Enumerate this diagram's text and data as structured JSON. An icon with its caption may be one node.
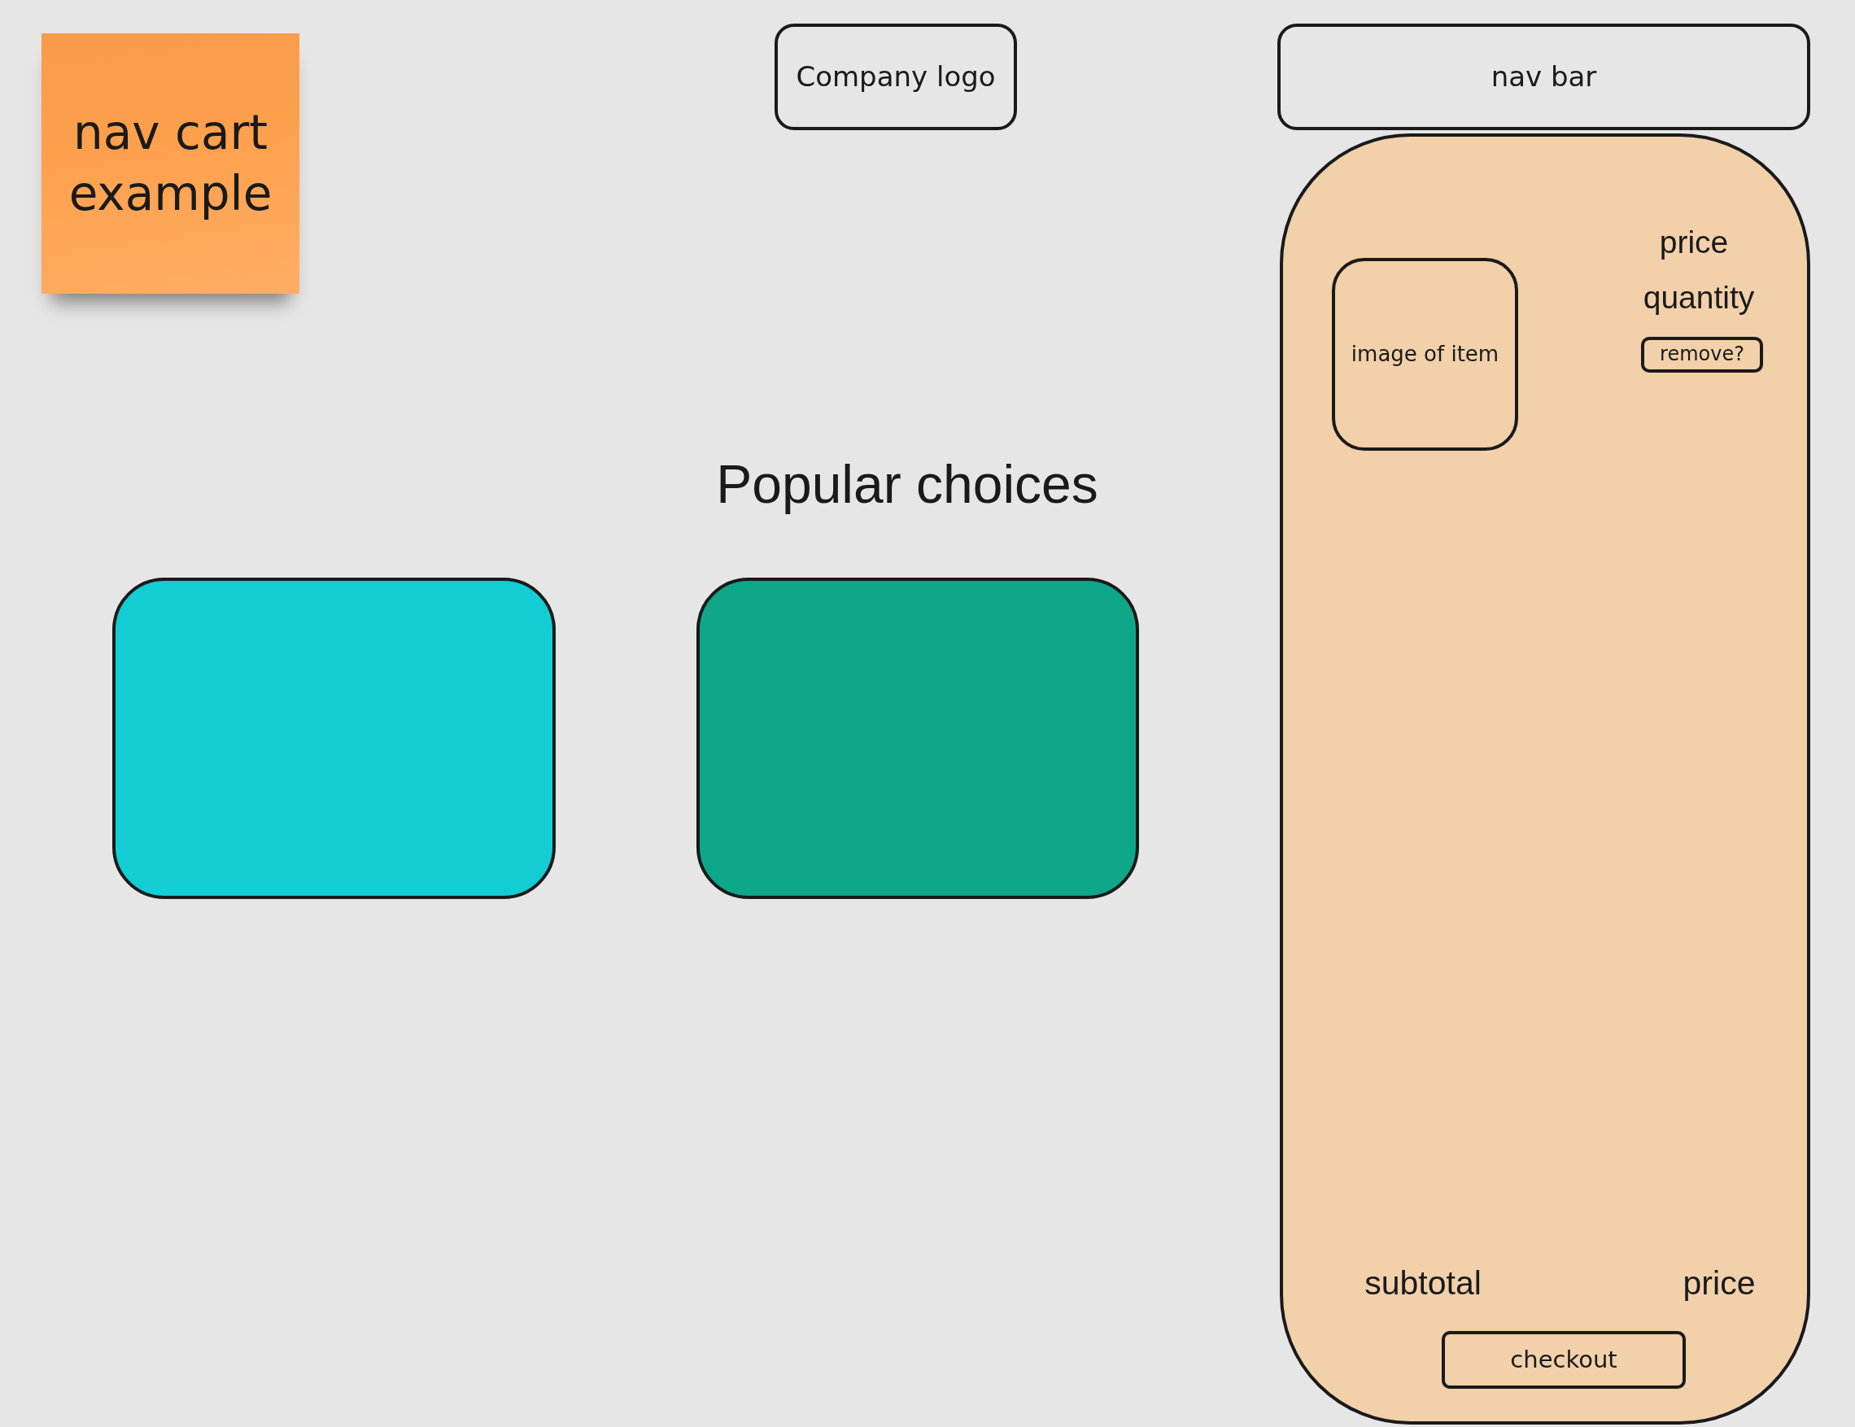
{
  "diagram": {
    "nodes": [
      {
        "text": [
          "nav cart example"
        ]
      },
      {
        "text": [
          "Company logo"
        ]
      },
      {
        "text": [
          "nav bar"
        ]
      },
      {
        "text": [],
        "shape": "box"
      },
      {
        "text": [
          "image of item"
        ],
        "in": 3
      },
      {
        "text": [
          "remove?"
        ],
        "in": 3
      },
      {
        "text": [
          "checkout"
        ],
        "in": 3
      },
      {
        "text": [],
        "shape": "box"
      },
      {
        "text": [],
        "shape": "box"
      }
    ],
    "labels": [
      "price",
      "quantity",
      "Popular choices",
      "subtotal",
      "price"
    ]
  }
}
